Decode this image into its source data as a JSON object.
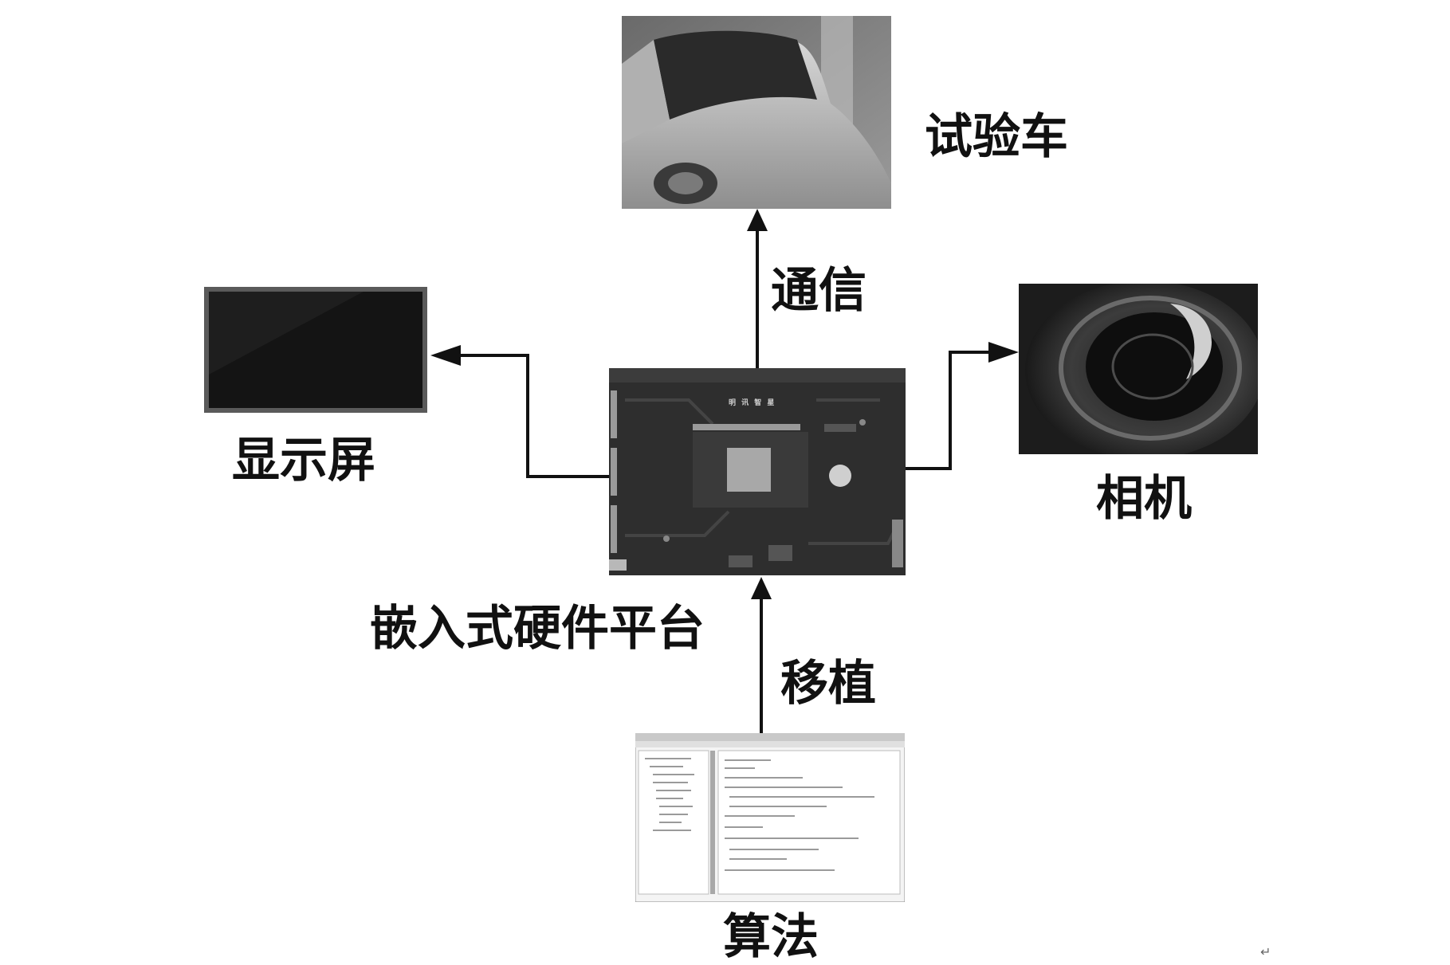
{
  "diagram": {
    "center": {
      "label": "嵌入式硬件平台",
      "brand_text": "明 讯 智 星"
    },
    "test_vehicle": {
      "label": "试验车"
    },
    "display": {
      "label": "显示屏"
    },
    "camera": {
      "label": "相机"
    },
    "algorithm": {
      "label": "算法"
    },
    "edges": {
      "communication": "通信",
      "porting": "移植"
    }
  },
  "colors": {
    "ink": "#111111",
    "board": "#2e2e2e",
    "screen": "#141414"
  },
  "icons": [
    "car-photo",
    "monitor-image",
    "camera-lens-image",
    "circuit-board-image",
    "code-editor-screenshot"
  ]
}
